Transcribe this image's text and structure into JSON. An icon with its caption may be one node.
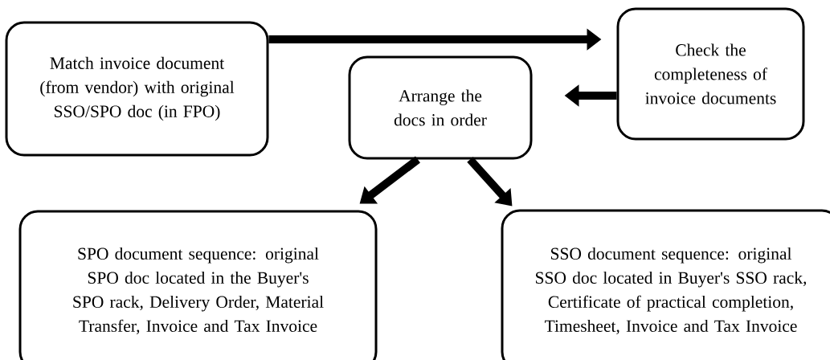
{
  "diagram": {
    "nodes": [
      {
        "text": [
          "Match invoice document (from vendor) with original SSO/SPO doc (in FPO)"
        ]
      },
      {
        "text": [
          "Check the completeness of invoice documents"
        ]
      },
      {
        "text": [
          "Arrange the docs in order"
        ]
      },
      {
        "text": [
          "SPO document sequence: original SPO doc located in the Buyer's SPO rack, Delivery Order, Material Transfer, Invoice and Tax Invoice"
        ]
      },
      {
        "text": [
          "SSO document sequence: original SSO doc located in Buyer's SSO rack, Certificate of practical completion, Timesheet, Invoice and Tax Invoice"
        ]
      }
    ],
    "edges": [
      {
        "from": 0,
        "to": 1,
        "arrow": "to"
      },
      {
        "from": 1,
        "to": 2,
        "arrow": "to"
      },
      {
        "from": 2,
        "to": 3,
        "arrow": "to"
      },
      {
        "from": 2,
        "to": 4,
        "arrow": "to"
      }
    ]
  }
}
